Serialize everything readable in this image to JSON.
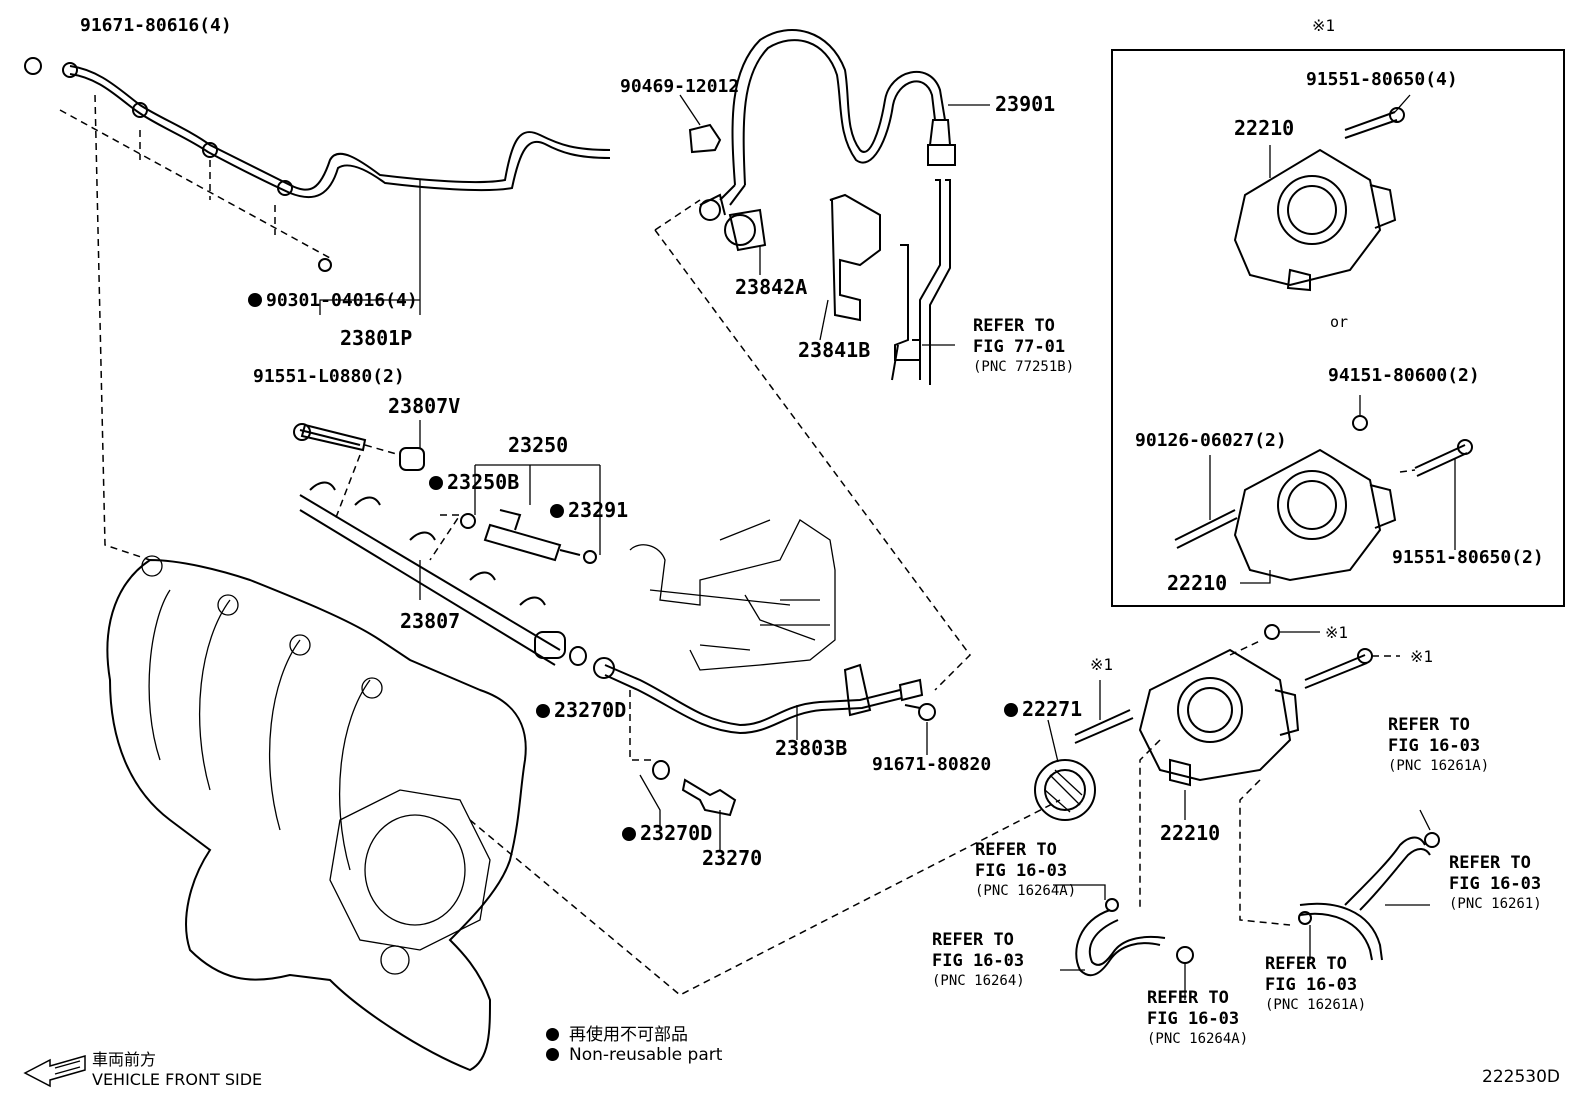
{
  "title_mark": "※1",
  "figure_id": "222530D",
  "front_side": {
    "jp": "車両前方",
    "en": "VEHICLE FRONT SIDE"
  },
  "legend": {
    "jp": "再使用不可部品",
    "en": "Non-reusable part"
  },
  "parts": {
    "p91671_80616": "91671-80616(4)",
    "p90301_04016": "90301-04016(4)",
    "p23801P": "23801P",
    "p91551_L0880": "91551-L0880(2)",
    "p23807V": "23807V",
    "p23250": "23250",
    "p23250B": "23250B",
    "p23291": "23291",
    "p23807": "23807",
    "p23270D_a": "23270D",
    "p23270D_b": "23270D",
    "p23270": "23270",
    "p23803B": "23803B",
    "p91671_80820": "91671-80820",
    "p90469_12012": "90469-12012",
    "p23901": "23901",
    "p23842A": "23842A",
    "p23841B": "23841B",
    "p22271": "22271",
    "p22210_main": "22210",
    "mark1_a": "※1",
    "mark1_b": "※1",
    "mark1_c": "※1"
  },
  "box": {
    "p91551_80650_4": "91551-80650(4)",
    "p22210_top": "22210",
    "or": "or",
    "p94151_80600": "94151-80600(2)",
    "p90126_06027": "90126-06027(2)",
    "p91551_80650_2": "91551-80650(2)",
    "p22210_bottom": "22210"
  },
  "refs": {
    "ref_77": {
      "line1": "REFER TO",
      "line2": "FIG 77-01",
      "line3": "(PNC 77251B)"
    },
    "ref_16261A_top": {
      "line1": "REFER TO",
      "line2": "FIG 16-03",
      "line3": "(PNC 16261A)"
    },
    "ref_16264A_left": {
      "line1": "REFER TO",
      "line2": "FIG 16-03",
      "line3": "(PNC 16264A)"
    },
    "ref_16261": {
      "line1": "REFER TO",
      "line2": "FIG 16-03",
      "line3": "(PNC 16261)"
    },
    "ref_16264": {
      "line1": "REFER TO",
      "line2": "FIG 16-03",
      "line3": "(PNC 16264)"
    },
    "ref_16264A_bottom": {
      "line1": "REFER TO",
      "line2": "FIG 16-03",
      "line3": "(PNC 16264A)"
    },
    "ref_16261A_bottom": {
      "line1": "REFER TO",
      "line2": "FIG 16-03",
      "line3": "(PNC 16261A)"
    }
  }
}
